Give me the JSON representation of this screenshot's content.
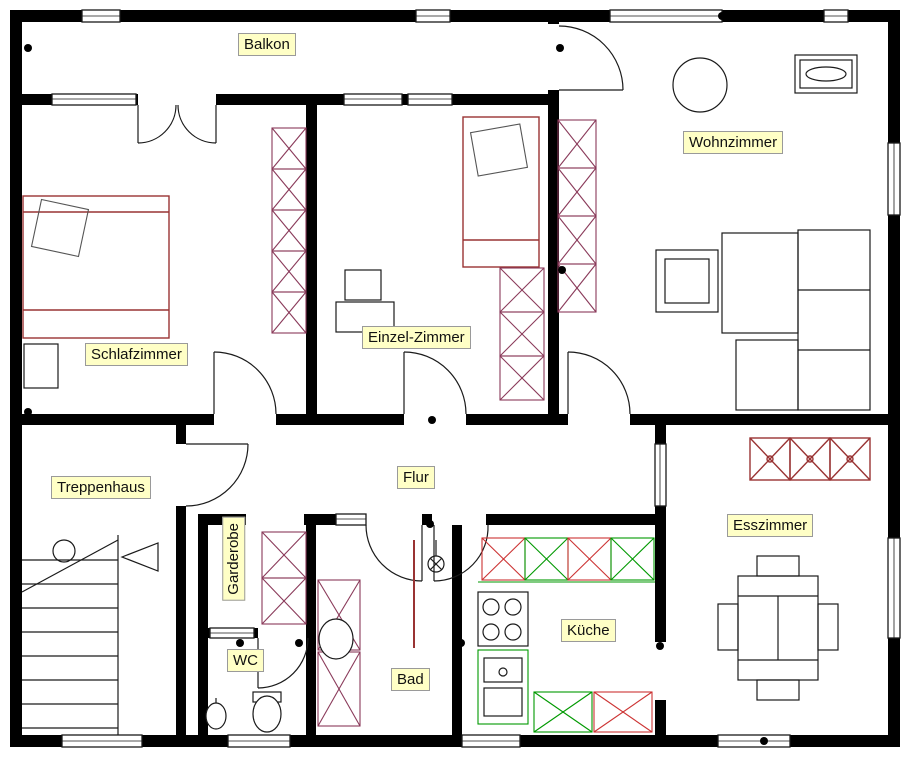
{
  "page": {
    "background": "#ffffff"
  },
  "floor_plan": {
    "rooms": {
      "balkon": "Balkon",
      "schlafzimmer": "Schlafzimmer",
      "einzelzimmer": "Einzel-Zimmer",
      "wohnzimmer": "Wohnzimmer",
      "treppenhaus": "Treppenhaus",
      "flur": "Flur",
      "garderobe": "Garderobe",
      "wc": "WC",
      "bad": "Bad",
      "kueche": "Küche",
      "esszimmer": "Esszimmer"
    },
    "colors": {
      "wall": "#000000",
      "label_background": "#ffffc6",
      "label_border": "#9a9a9a",
      "bed_outline": "#993333",
      "wardrobe_outline": "#8a3a5a",
      "kitchen_green": "#009900",
      "kitchen_red": "#cc3333"
    }
  }
}
